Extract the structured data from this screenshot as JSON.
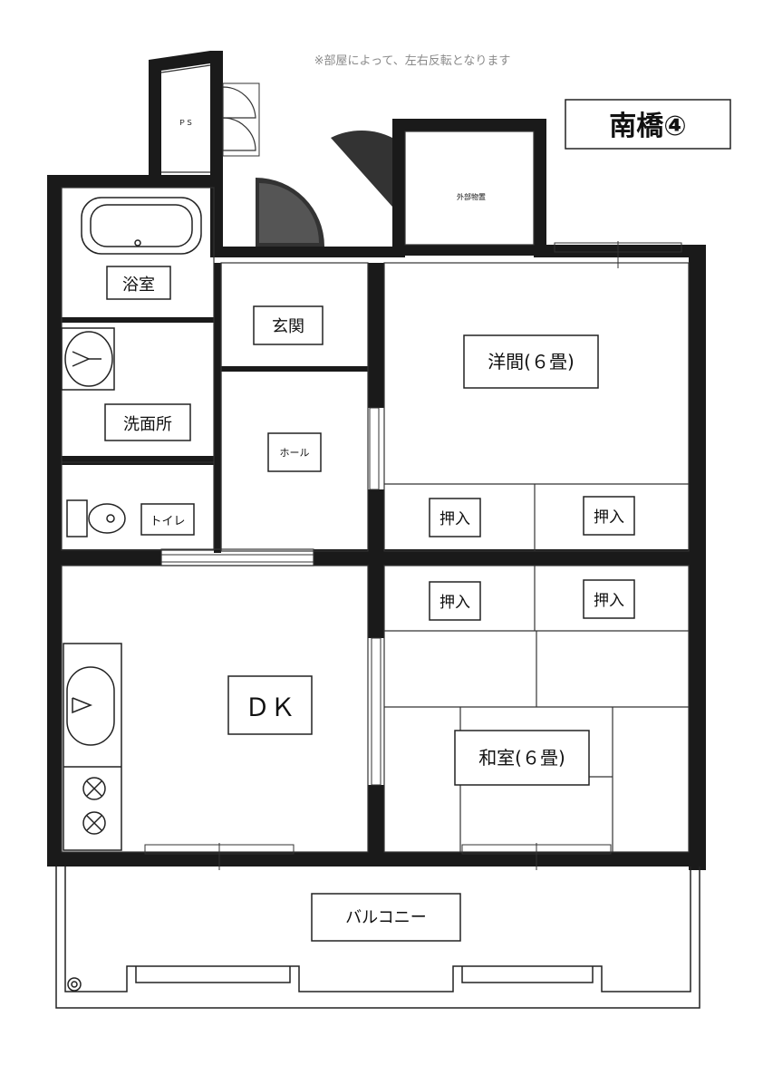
{
  "note": "※部屋によって、左右反転となります",
  "title": "南橋④",
  "rooms": {
    "ps": "ＰＳ",
    "storage": "外部物置",
    "bath": "浴室",
    "washroom": "洗面所",
    "toilet": "トイレ",
    "entrance": "玄関",
    "hall": "ホール",
    "western": "洋間(６畳)",
    "closet1": "押入",
    "closet2": "押入",
    "closet3": "押入",
    "closet4": "押入",
    "dk": "ＤＫ",
    "japanese": "和室(６畳)",
    "balcony": "バルコニー"
  }
}
